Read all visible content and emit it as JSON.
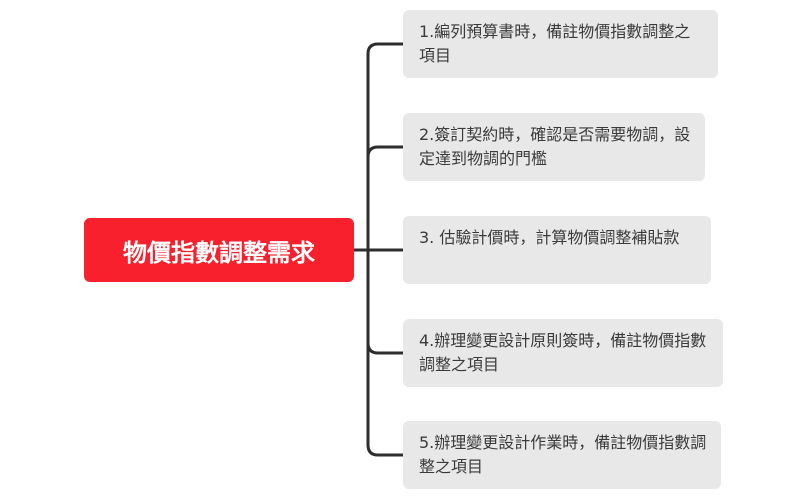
{
  "root": {
    "label": "物價指數調整需求",
    "color": "#f8202d"
  },
  "children": [
    {
      "label": "1.編列預算書時，備註物價指數調整之項目"
    },
    {
      "label": "2.簽訂契約時，確認是否需要物調，設定達到物調的門檻"
    },
    {
      "label": "3. 估驗計價時，計算物價調整補貼款"
    },
    {
      "label": "4.辦理變更設計原則簽時，備註物價指數調整之項目"
    },
    {
      "label": "5.辦理變更設計作業時，備註物價指數調整之項目"
    }
  ],
  "colors": {
    "connector": "#2e2e2e",
    "child_bg": "#e8e8e8",
    "child_text": "#3a3a3a"
  }
}
